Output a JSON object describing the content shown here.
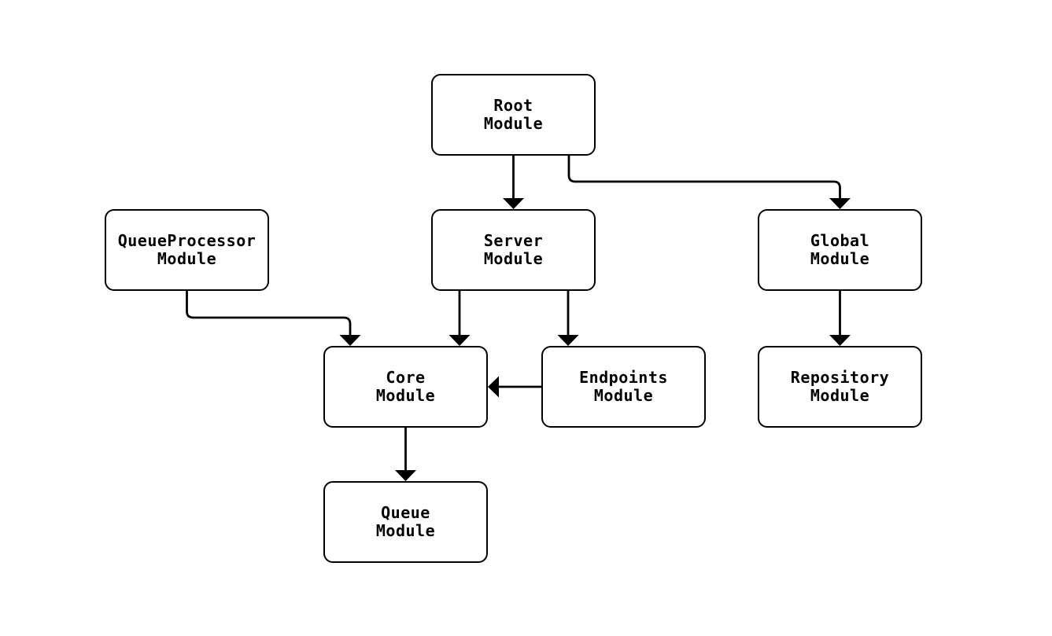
{
  "diagram": {
    "background_color": "#ffffff",
    "stroke_color": "#000000",
    "node_fill_color": "#ffffff",
    "text_color": "#000000",
    "nodes": [
      {
        "id": "root",
        "line1": "Root",
        "line2": "Module"
      },
      {
        "id": "queueprocessor",
        "line1": "QueueProcessor",
        "line2": "Module"
      },
      {
        "id": "server",
        "line1": "Server",
        "line2": "Module"
      },
      {
        "id": "global",
        "line1": "Global",
        "line2": "Module"
      },
      {
        "id": "core",
        "line1": "Core",
        "line2": "Module"
      },
      {
        "id": "endpoints",
        "line1": "Endpoints",
        "line2": "Module"
      },
      {
        "id": "repository",
        "line1": "Repository",
        "line2": "Module"
      },
      {
        "id": "queue",
        "line1": "Queue",
        "line2": "Module"
      }
    ],
    "edges": [
      {
        "from": "Root Module",
        "to": "Server Module"
      },
      {
        "from": "Root Module",
        "to": "Global Module"
      },
      {
        "from": "QueueProcessor Module",
        "to": "Core Module"
      },
      {
        "from": "Server Module",
        "to": "Core Module"
      },
      {
        "from": "Server Module",
        "to": "Endpoints Module"
      },
      {
        "from": "Endpoints Module",
        "to": "Core Module"
      },
      {
        "from": "Core Module",
        "to": "Queue Module"
      },
      {
        "from": "Global Module",
        "to": "Repository Module"
      }
    ]
  }
}
